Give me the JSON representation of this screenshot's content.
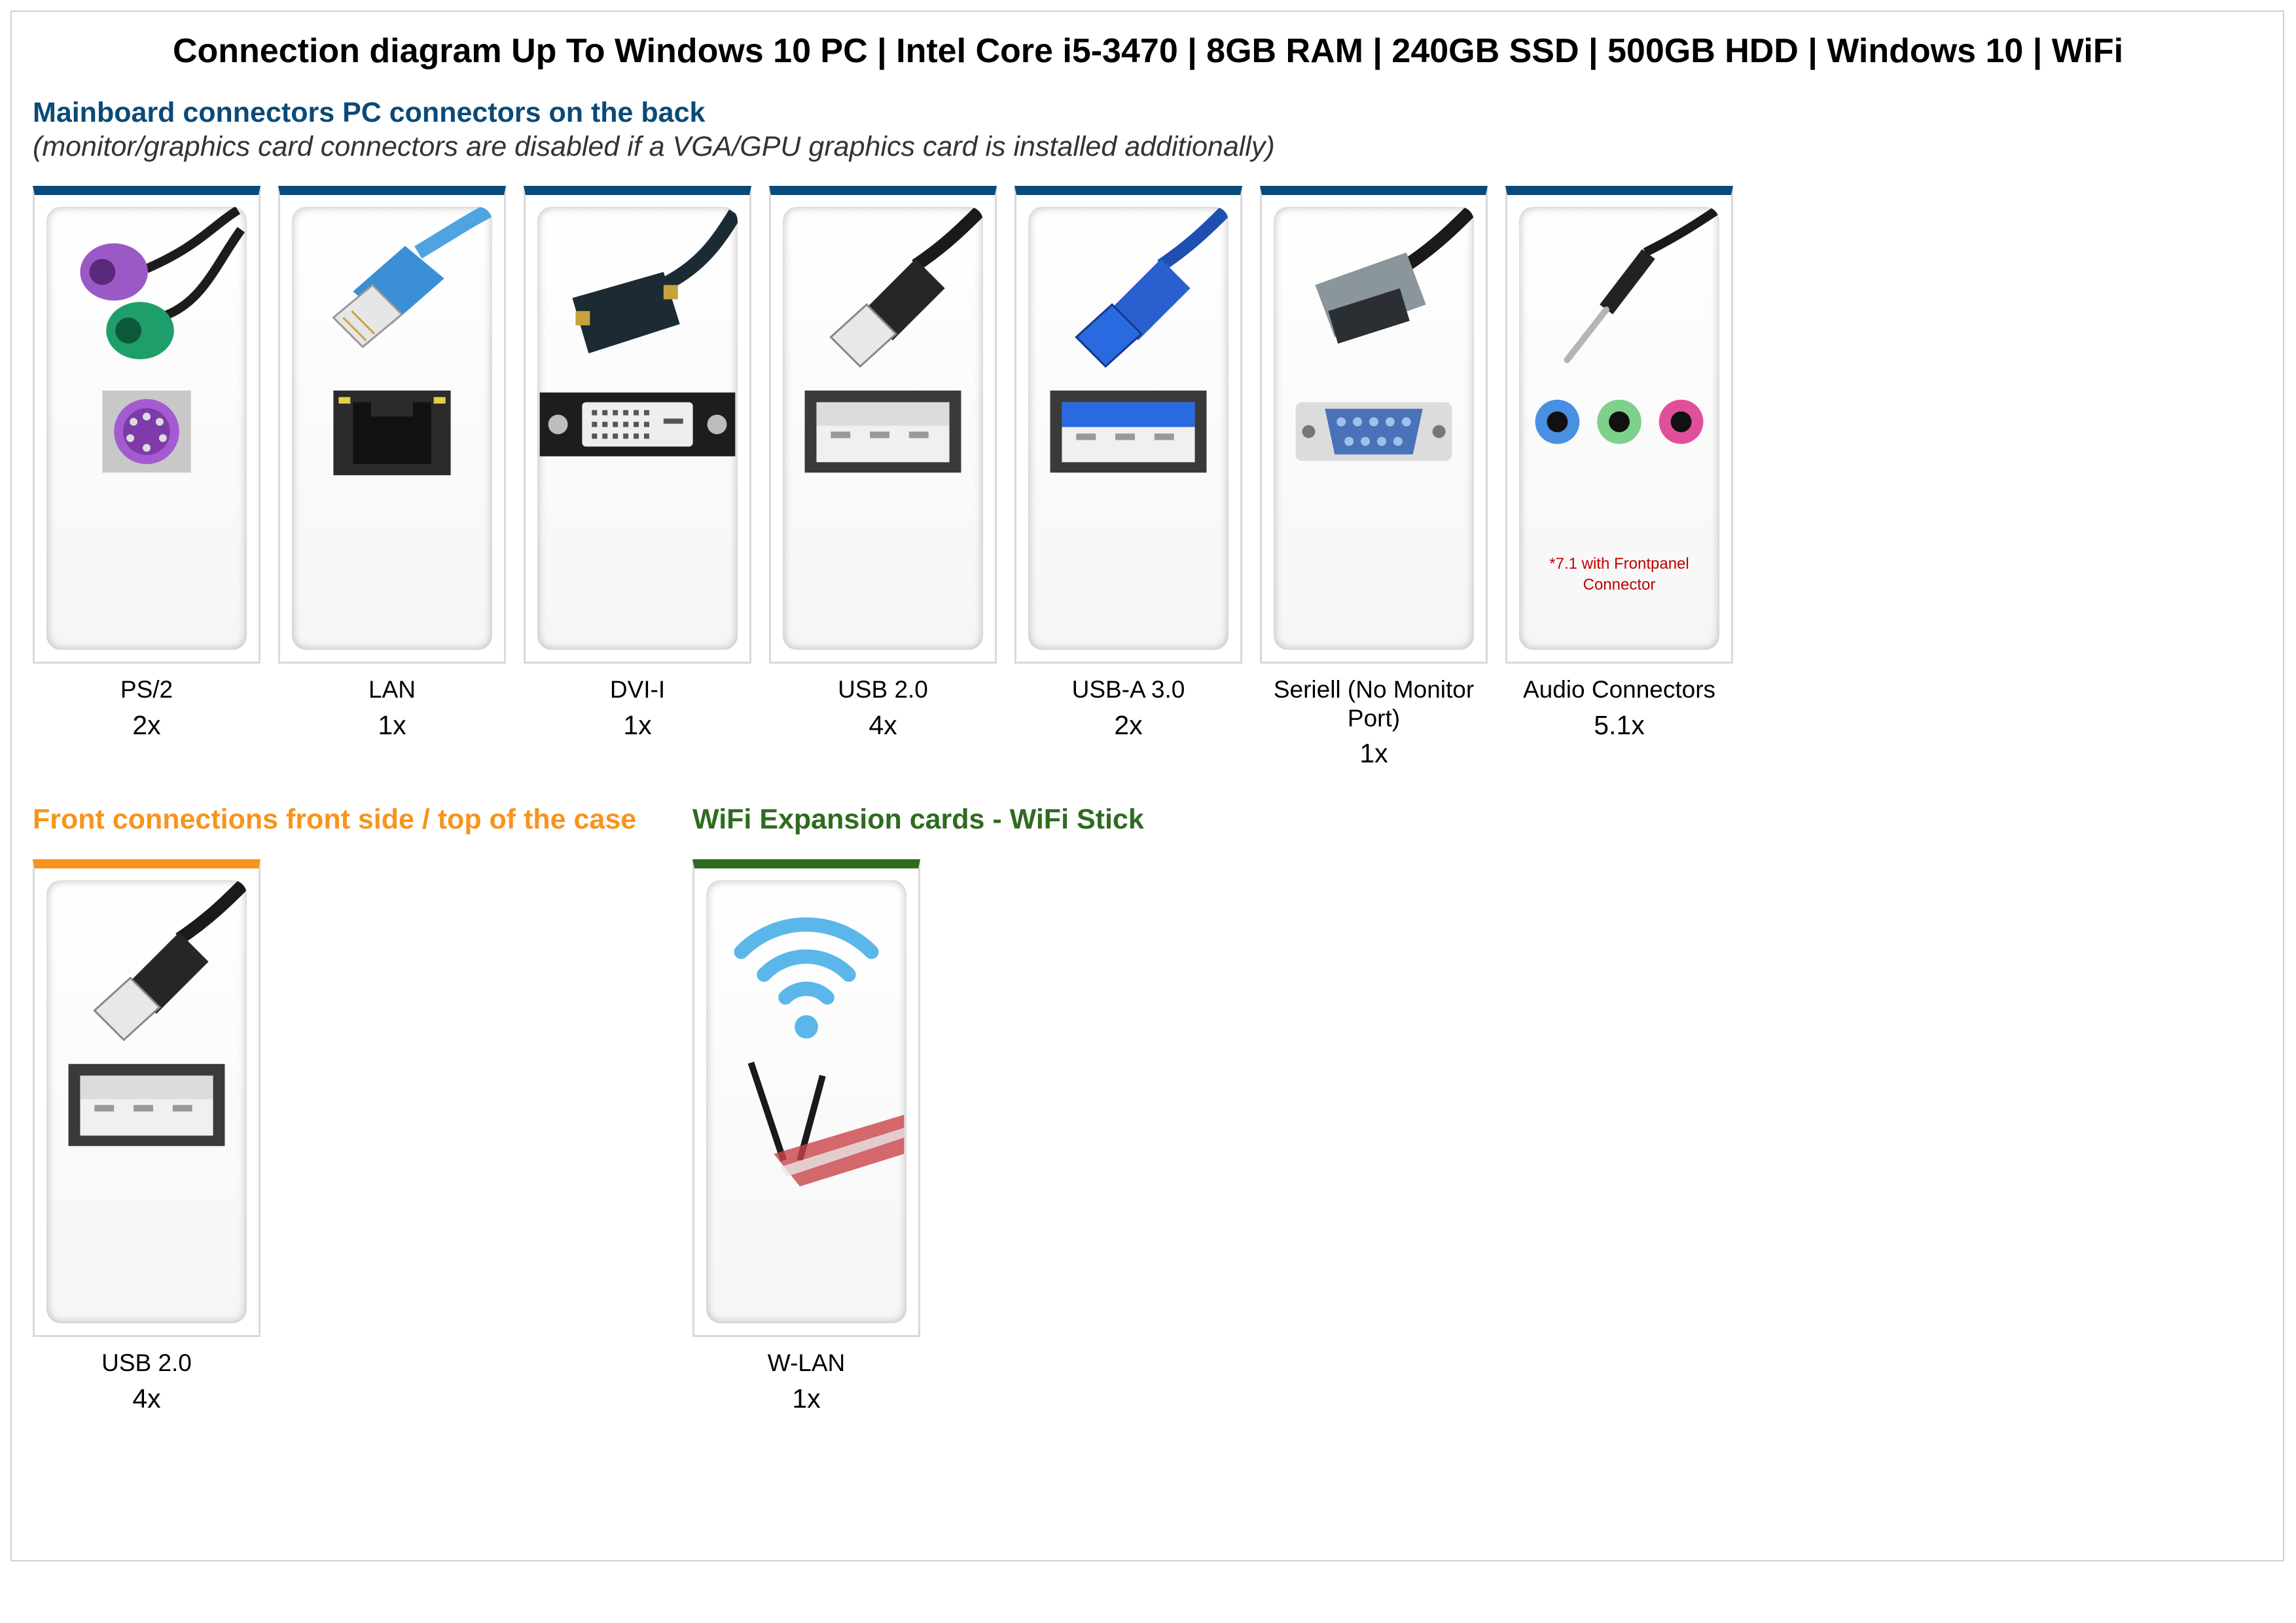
{
  "title": "Connection diagram Up To Windows 10 PC | Intel Core i5-3470 | 8GB RAM | 240GB SSD | 500GB HDD | Windows 10 | WiFi",
  "mainboard": {
    "heading": "Mainboard connectors PC connectors on the back",
    "subheading": "(monitor/graphics card connectors are disabled if a VGA/GPU graphics card is installed additionally)",
    "items": [
      {
        "label": "PS/2",
        "count": "2x",
        "icon": "ps2-connector-icon"
      },
      {
        "label": "LAN",
        "count": "1x",
        "icon": "lan-connector-icon"
      },
      {
        "label": "DVI-I",
        "count": "1x",
        "icon": "dvi-connector-icon"
      },
      {
        "label": "USB 2.0",
        "count": "4x",
        "icon": "usb2-connector-icon"
      },
      {
        "label": "USB-A 3.0",
        "count": "2x",
        "icon": "usb3-connector-icon"
      },
      {
        "label": "Seriell (No Monitor Port)",
        "count": "1x",
        "icon": "serial-connector-icon"
      },
      {
        "label": "Audio Connectors",
        "count": "5.1x",
        "icon": "audio-connector-icon",
        "note": "*7.1 with Frontpanel Connector"
      }
    ]
  },
  "front": {
    "heading": "Front connections front side / top of the case",
    "items": [
      {
        "label": "USB 2.0",
        "count": "4x",
        "icon": "usb2-connector-icon"
      }
    ]
  },
  "wifi": {
    "heading": "WiFi Expansion cards - WiFi Stick",
    "items": [
      {
        "label": "W-LAN",
        "count": "1x",
        "icon": "wifi-antenna-icon"
      }
    ]
  },
  "colors": {
    "mainboard_accent": "#0a4a78",
    "front_accent": "#f7941d",
    "wifi_accent": "#2e6b1f",
    "note": "#c00000"
  }
}
